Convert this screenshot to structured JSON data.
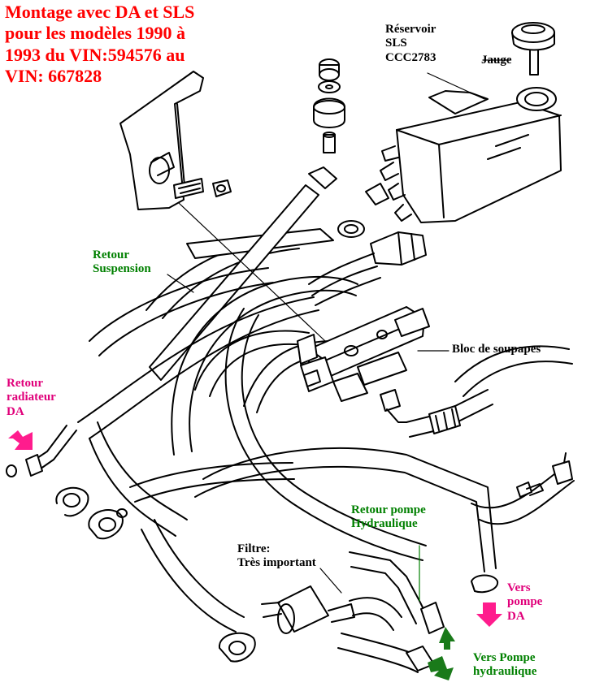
{
  "title": "Montage avec DA et SLS\npour les modèles 1990 à\n1993 du VIN:594576 au\nVIN: 667828",
  "labels": {
    "reservoir": "Réservoir\nSLS\nCCC2783",
    "jauge": "Jauge",
    "retour_suspension": "Retour\nSuspension",
    "bloc_soupapes": "Bloc de soupapes",
    "retour_radiateur": "Retour\nradiateur\nDA",
    "retour_pompe": "Retour pompe\nHydraulique",
    "filtre": "Filtre:\nTrès important",
    "vers_pompe_da": "Vers\npompe\nDA",
    "vers_pompe_hydraulique": "Vers Pompe\nhydraulique"
  },
  "colors": {
    "title": "#ff0000",
    "label_black": "#000000",
    "label_green": "#008000",
    "label_pink": "#e0007a",
    "arrow_pink": "#ff1c8d",
    "arrow_green": "#1a7a1a",
    "line": "#000000"
  }
}
